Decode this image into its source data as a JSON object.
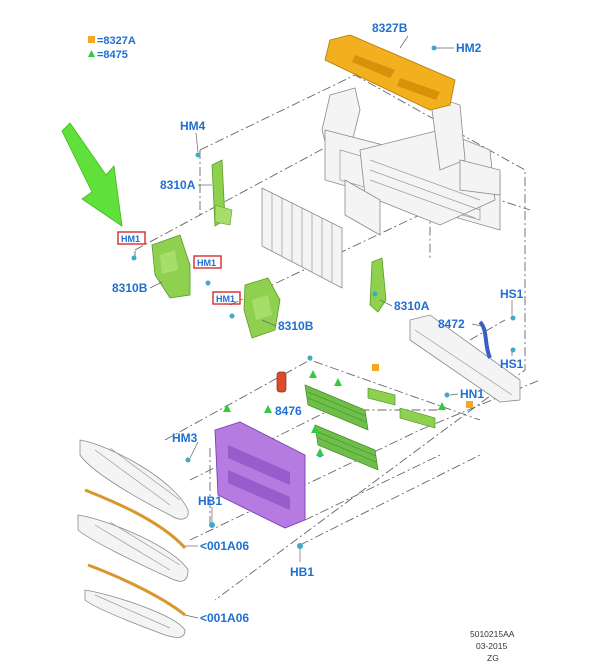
{
  "legend": {
    "square_label": "=8327A",
    "triangle_label": "=8475",
    "square_color": "#f5a623",
    "triangle_color": "#2ecc40"
  },
  "callouts": {
    "c8327b": "8327B",
    "hm2": "HM2",
    "hm4": "HM4",
    "c8310a_left": "8310A",
    "hm1_a": "HM1",
    "hm1_b": "HM1",
    "hm1_c": "HM1",
    "c8310b_left": "8310B",
    "c8310b_mid": "8310B",
    "c8310a_right": "8310A",
    "hs1_top": "HS1",
    "c8472": "8472",
    "hs1_bottom": "HS1",
    "hn1": "HN1",
    "c8476": "8476",
    "hm3": "HM3",
    "hb1_left": "HB1",
    "hb1_bottom": "HB1",
    "c001a06_top": "<001A06",
    "c001a06_bottom": "<001A06"
  },
  "footer": {
    "code": "5010215AA",
    "date": "03-2015",
    "initials": "ZG"
  },
  "colors": {
    "label_blue": "#1f6fd1",
    "arrow_green": "#5fe03a",
    "shield_orange": "#f2b01e",
    "deflector_green": "#8fd14f",
    "frame_purple": "#b57be0",
    "shutter_green": "#6dbf4a",
    "beam_orange": "#d9962b",
    "fastener_cyan": "#3fa9c9",
    "marker_red": "#d62c2c"
  }
}
